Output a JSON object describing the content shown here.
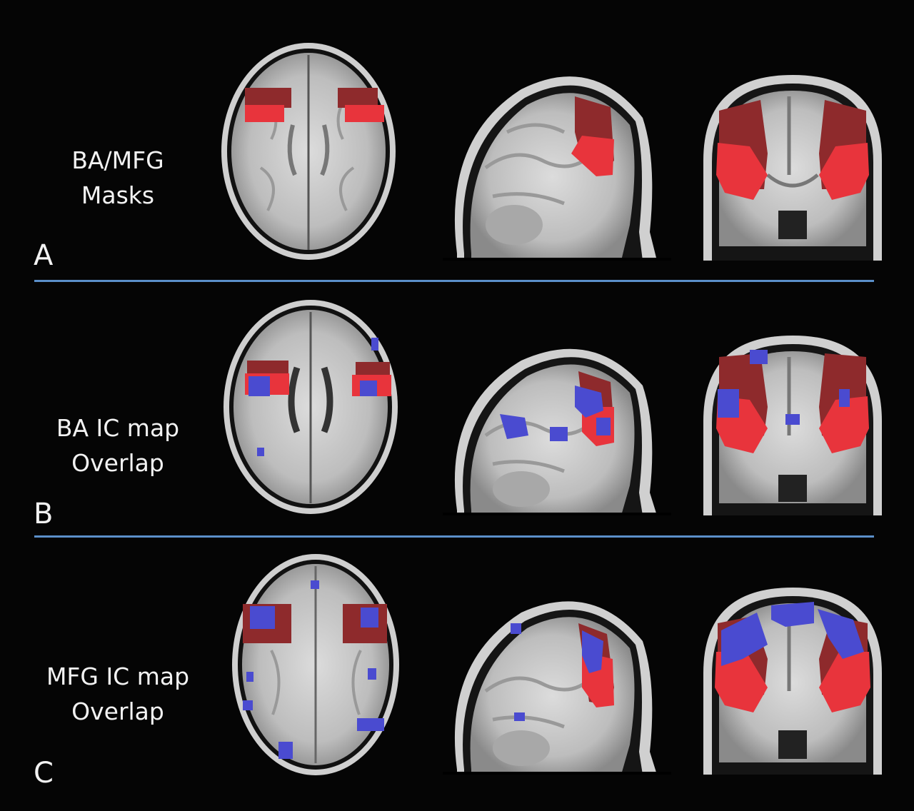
{
  "panels": [
    {
      "letter": "A",
      "label_line1": "BA/MFG",
      "label_line2": "Masks"
    },
    {
      "letter": "B",
      "label_line1": "BA IC map",
      "label_line2": "Overlap"
    },
    {
      "letter": "C",
      "label_line1": "MFG IC map",
      "label_line2": "Overlap"
    }
  ],
  "colors": {
    "mask": "#e8343c",
    "mask_dark": "#8e2a2c",
    "ic_map": "#4a4bd0",
    "divider": "#5b8fc9",
    "background": "#050505"
  }
}
